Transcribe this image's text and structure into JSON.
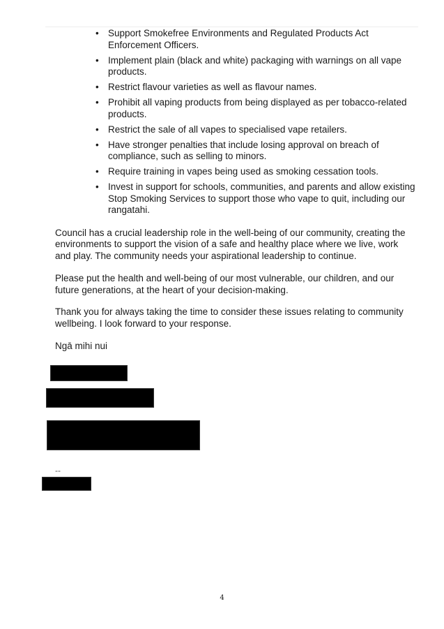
{
  "bullets": [
    "Support Smokefree Environments and Regulated Products Act Enforcement Officers.",
    "Implement plain (black and white) packaging with warnings on all vape products.",
    "Restrict flavour varieties as well as flavour names.",
    "Prohibit all vaping products from being displayed as per tobacco-related products.",
    "Restrict the sale of all vapes to specialised vape retailers.",
    "Have stronger penalties that include losing approval on breach of compliance, such as selling to minors.",
    "Require training in vapes being used as smoking cessation tools.",
    "Invest in support for schools, communities, and parents and allow existing Stop Smoking Services to support those who vape to quit, including our rangatahi."
  ],
  "paragraphs": [
    "Council has a crucial leadership role in the well-being of our community, creating the environments to support the vision of a safe and healthy place where we live, work and play. The community needs your aspirational leadership to continue.",
    "Please put the health and well-being of our most vulnerable, our children, and our future generations, at the heart of your decision-making.",
    "Thank you for always taking the time to consider these issues relating to community wellbeing.  I look forward to your response.",
    "Ngā mihi nui"
  ],
  "signature_separator": "--",
  "page_number": "4"
}
